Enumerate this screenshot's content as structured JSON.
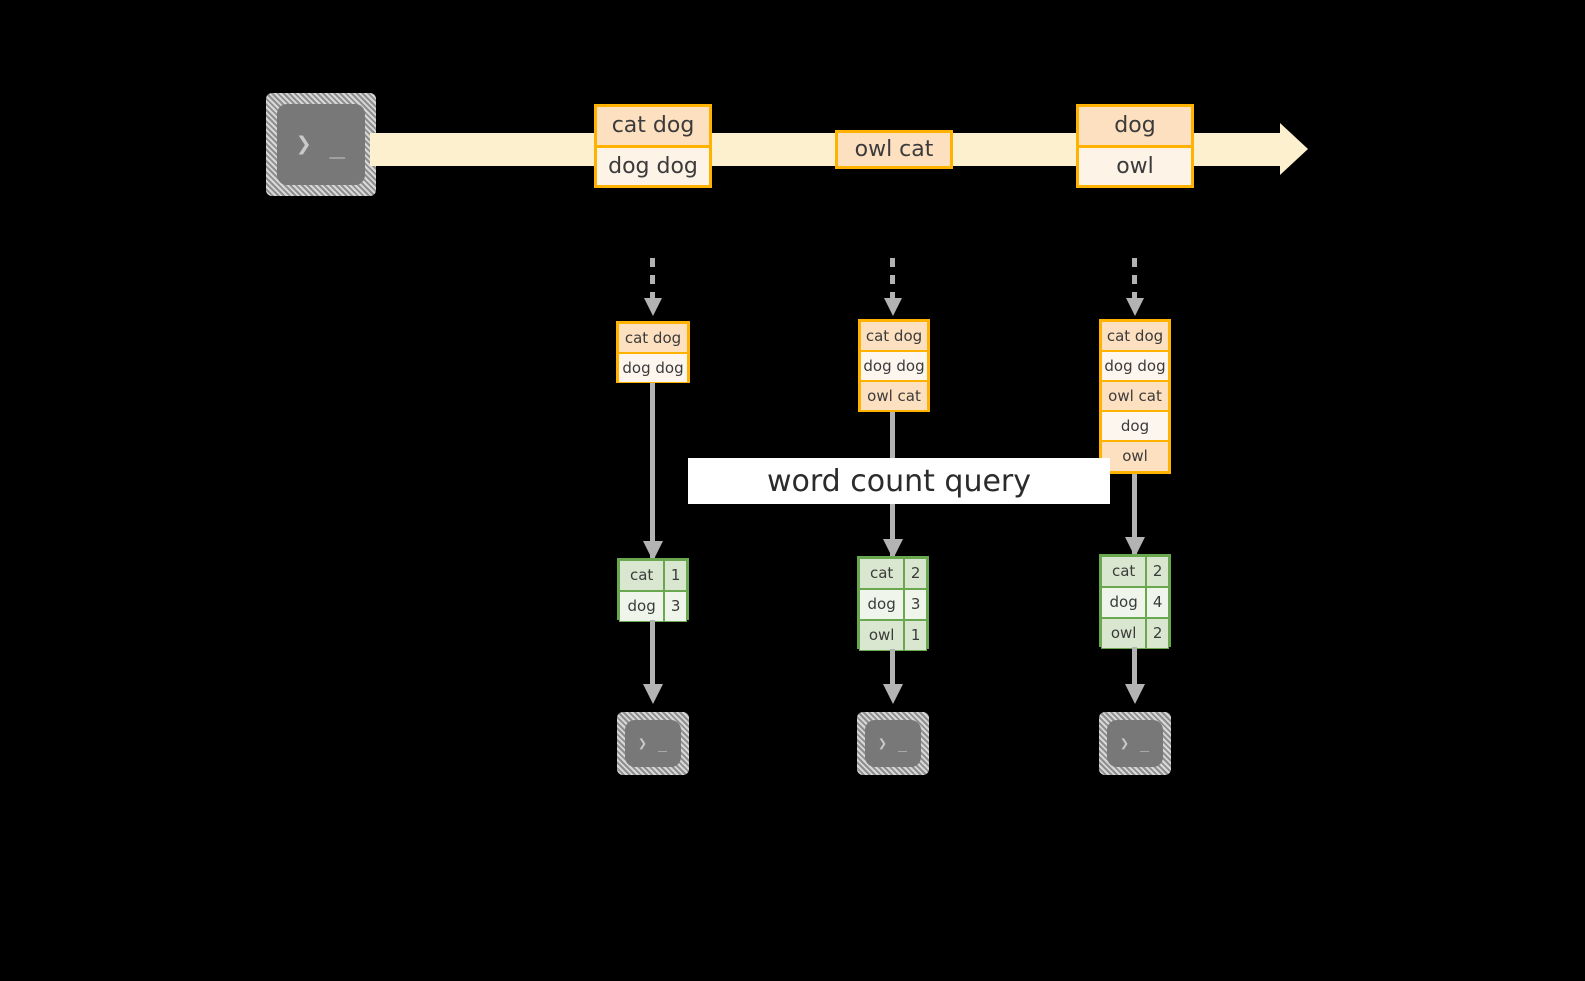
{
  "diagram": {
    "title": "word count query",
    "colors": {
      "background": "#000000",
      "stream_band": "#fdf0cf",
      "event_border": "#ffb300",
      "event_fill_dark": "#fde0c0",
      "event_fill_light": "#fdf3e7",
      "result_border": "#6aa84f",
      "result_fill_dark": "#d9e7d0",
      "result_fill_light": "#eff5ea",
      "arrow": "#b3b3b3",
      "terminal_body": "#787878",
      "banner": "#ffffff"
    }
  },
  "source": {
    "terminal_glyph": "❯ _",
    "icon_name": "terminal-icon"
  },
  "stream": {
    "events": [
      {
        "id": "event-group-1",
        "cells": [
          {
            "text": "cat dog",
            "shade": "dark"
          },
          {
            "text": "dog dog",
            "shade": "light"
          }
        ]
      },
      {
        "id": "event-group-2",
        "cells": [
          {
            "text": "owl cat",
            "shade": "dark"
          }
        ]
      },
      {
        "id": "event-group-3",
        "cells": [
          {
            "text": "dog",
            "shade": "dark"
          },
          {
            "text": "owl",
            "shade": "light"
          }
        ]
      }
    ]
  },
  "banner": {
    "label": "word count query"
  },
  "snapshots": [
    {
      "id": "snapshot-1",
      "input_rows": [
        {
          "text": "cat dog",
          "shade": "dark"
        },
        {
          "text": "dog dog",
          "shade": "light"
        }
      ],
      "result_rows": [
        {
          "word": "cat",
          "count": "1",
          "shade": "dark"
        },
        {
          "word": "dog",
          "count": "3",
          "shade": "light"
        }
      ],
      "sink_glyph": "❯ _"
    },
    {
      "id": "snapshot-2",
      "input_rows": [
        {
          "text": "cat dog",
          "shade": "dark"
        },
        {
          "text": "dog dog",
          "shade": "light"
        },
        {
          "text": "owl cat",
          "shade": "dark"
        }
      ],
      "result_rows": [
        {
          "word": "cat",
          "count": "2",
          "shade": "dark"
        },
        {
          "word": "dog",
          "count": "3",
          "shade": "light"
        },
        {
          "word": "owl",
          "count": "1",
          "shade": "dark"
        }
      ],
      "sink_glyph": "❯ _"
    },
    {
      "id": "snapshot-3",
      "input_rows": [
        {
          "text": "cat dog",
          "shade": "dark"
        },
        {
          "text": "dog dog",
          "shade": "light"
        },
        {
          "text": "owl cat",
          "shade": "dark"
        },
        {
          "text": "dog",
          "shade": "light"
        },
        {
          "text": "owl",
          "shade": "dark"
        }
      ],
      "result_rows": [
        {
          "word": "cat",
          "count": "2",
          "shade": "dark"
        },
        {
          "word": "dog",
          "count": "4",
          "shade": "light"
        },
        {
          "word": "owl",
          "count": "2",
          "shade": "dark"
        }
      ],
      "sink_glyph": "❯ _"
    }
  ]
}
